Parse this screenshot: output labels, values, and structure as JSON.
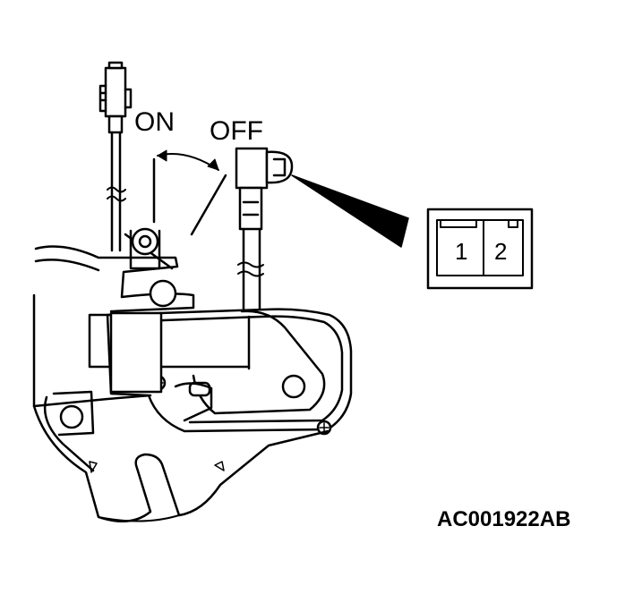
{
  "labels": {
    "on": "ON",
    "off": "OFF",
    "pin1": "1",
    "pin2": "2",
    "figure_code": "AC001922AB"
  },
  "colors": {
    "line": "#000000",
    "background": "#ffffff"
  }
}
